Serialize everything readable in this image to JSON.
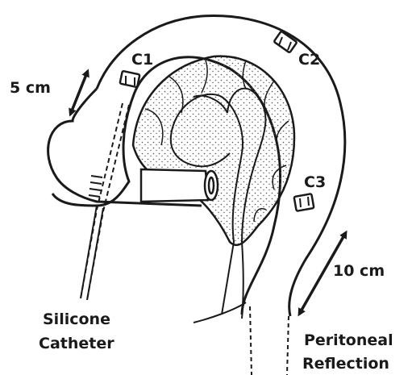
{
  "labels": {
    "c1": "C1",
    "c2": "C2",
    "c3": "C3",
    "dist_upper": "5 cm",
    "dist_lower": "10 cm",
    "catheter_line1": "Silicone",
    "catheter_line2": "Catheter",
    "reflection_line1": "Peritoneal",
    "reflection_line2": "Reflection"
  },
  "colors": {
    "ink": "#1a1a1a",
    "background": "#ffffff",
    "stipple": "#555555"
  }
}
